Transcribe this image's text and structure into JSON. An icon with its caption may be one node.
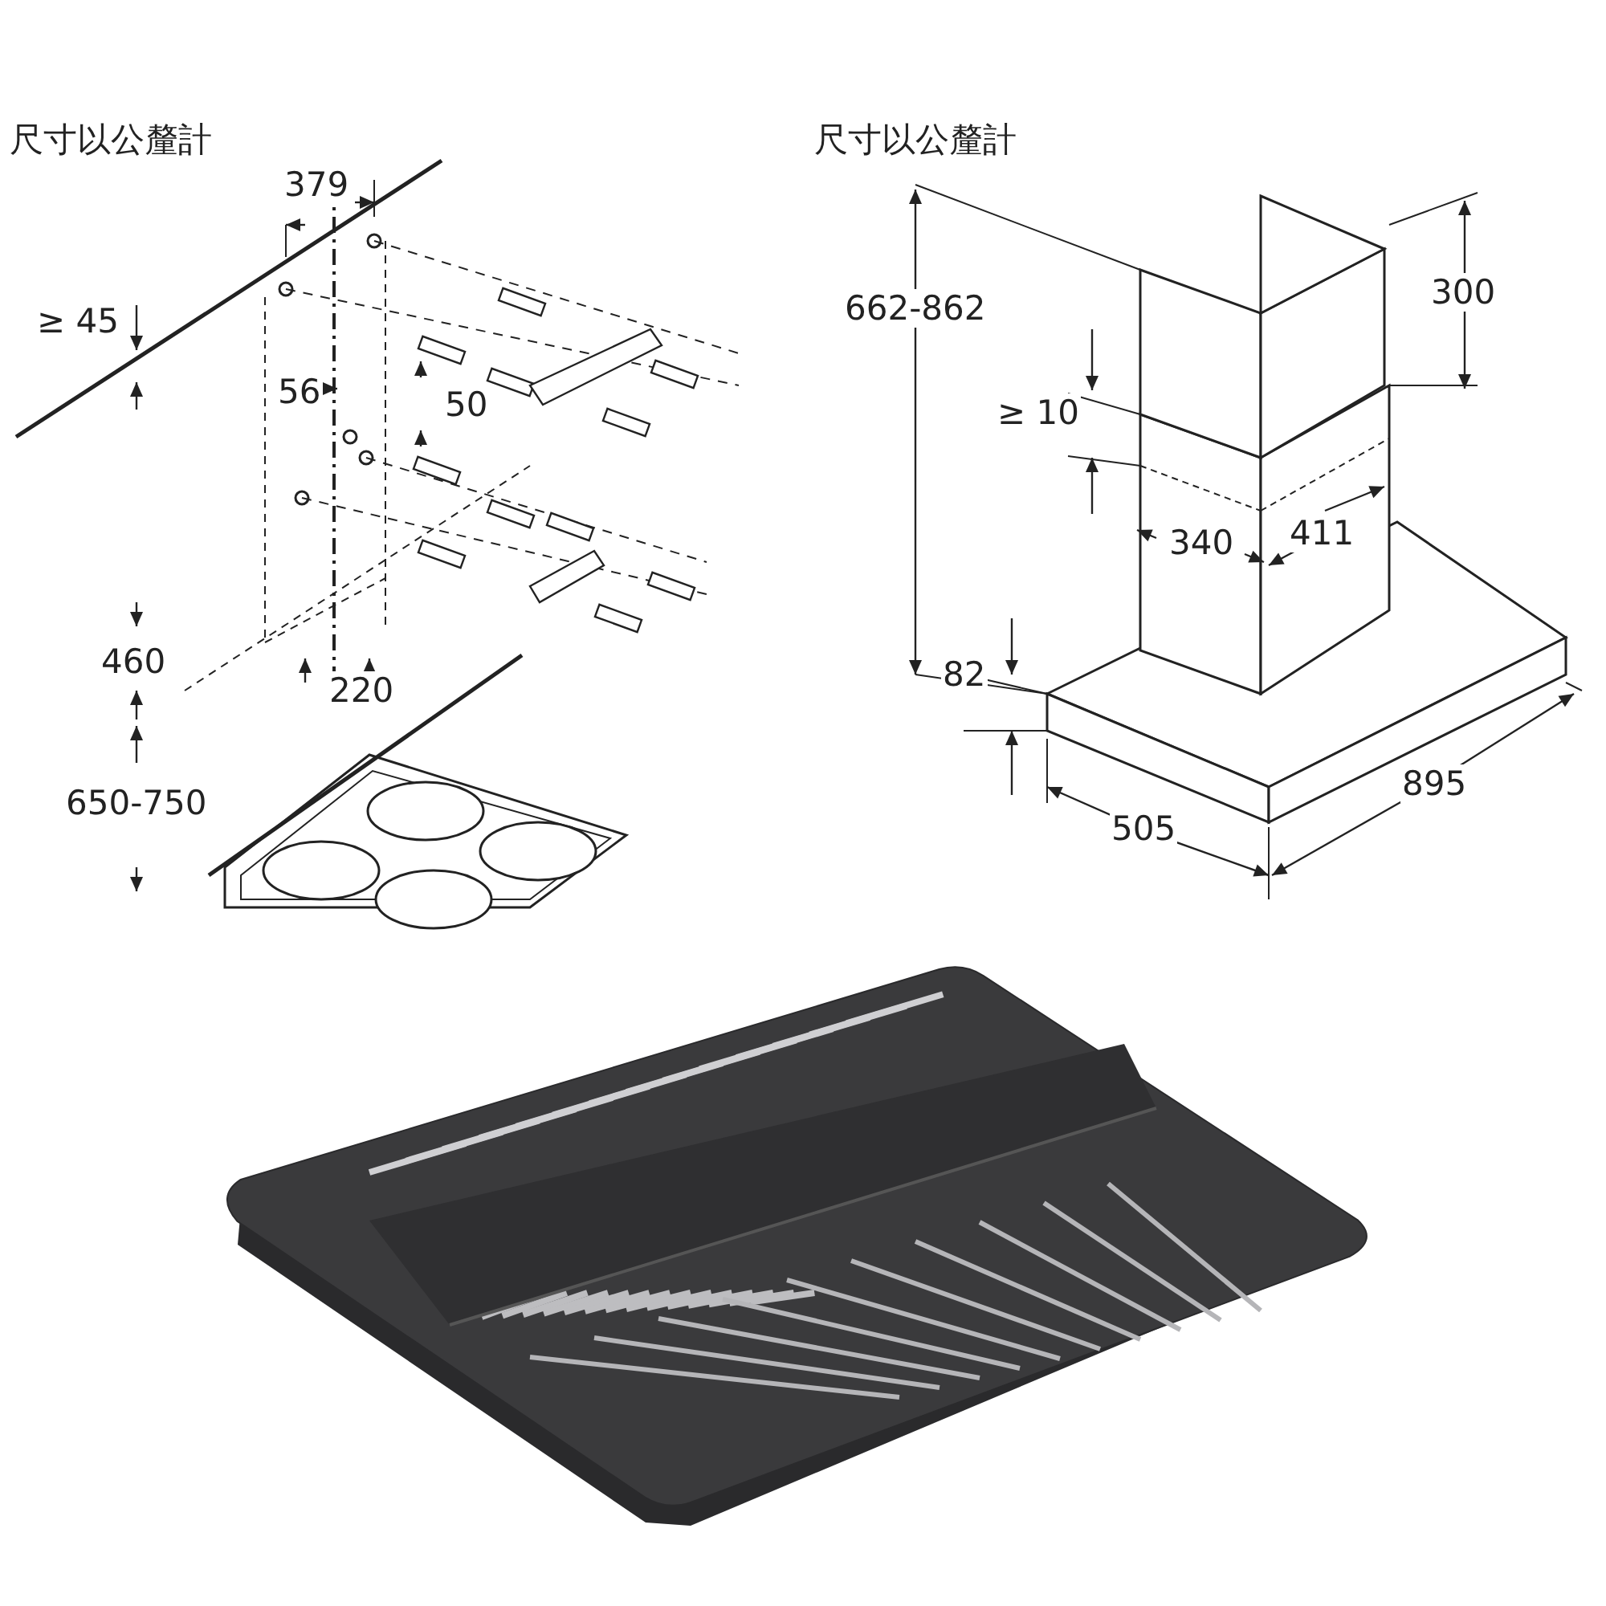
{
  "diagram": {
    "labels": [
      "尺寸以公釐計",
      "379",
      "≥ 45",
      "56",
      "50",
      "460",
      "220",
      "650-750",
      "尺寸以公釐計",
      "662-862",
      "300",
      "≥ 10",
      "340",
      "411",
      "82",
      "895",
      "505"
    ]
  }
}
